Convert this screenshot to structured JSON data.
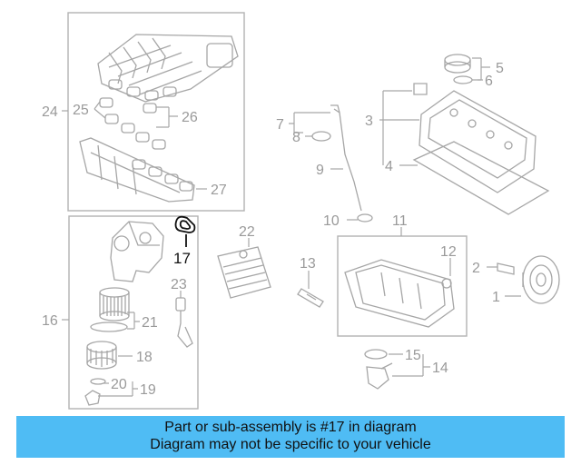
{
  "callouts": {
    "c1": "1",
    "c2": "2",
    "c3": "3",
    "c4": "4",
    "c5": "5",
    "c6": "6",
    "c7": "7",
    "c8": "8",
    "c9": "9",
    "c10": "10",
    "c11": "11",
    "c12": "12",
    "c13": "13",
    "c14": "14",
    "c15": "15",
    "c16": "16",
    "c17": "17",
    "c18": "18",
    "c19": "19",
    "c20": "20",
    "c21": "21",
    "c22": "22",
    "c23": "23",
    "c24": "24",
    "c25": "25",
    "c26": "26",
    "c27": "27"
  },
  "highlight_color": "#111111",
  "banner": {
    "line1": "Part or sub-assembly is #17 in diagram",
    "line2": "Diagram may not be specific to your vehicle",
    "color": "#4fbcf4"
  }
}
